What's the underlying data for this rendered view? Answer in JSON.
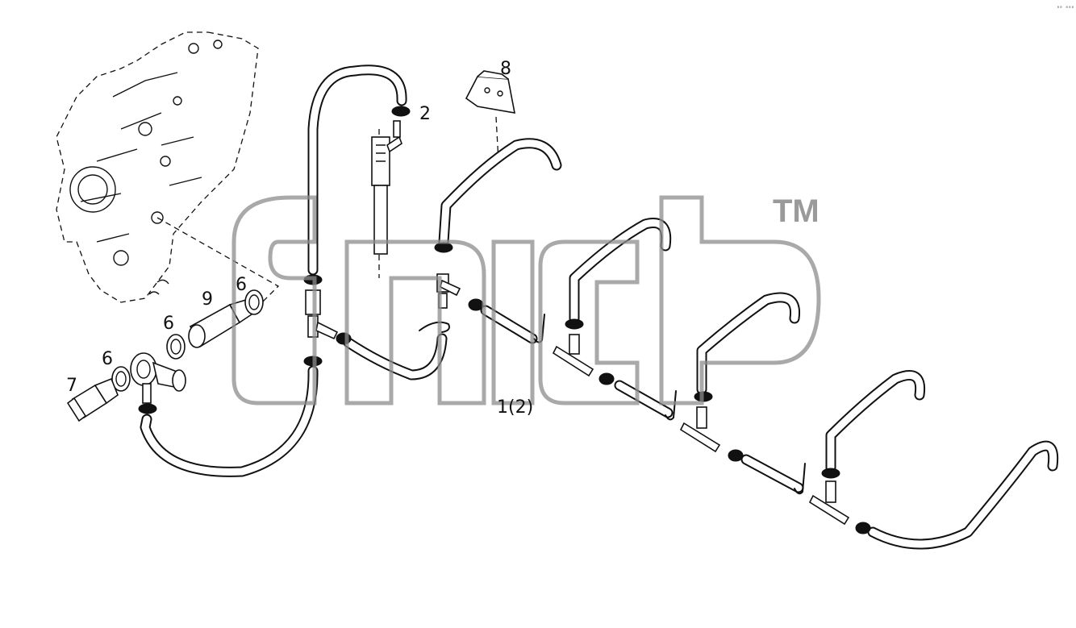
{
  "diagram": {
    "corner_code": "⁰⁰ ⁰⁰⁰",
    "watermark_mark": "TM",
    "callouts": {
      "n1": "1(2)",
      "n2": "2",
      "n6a": "6",
      "n6b": "6",
      "n6c": "6",
      "n7": "7",
      "n8": "8",
      "n9": "9"
    }
  }
}
